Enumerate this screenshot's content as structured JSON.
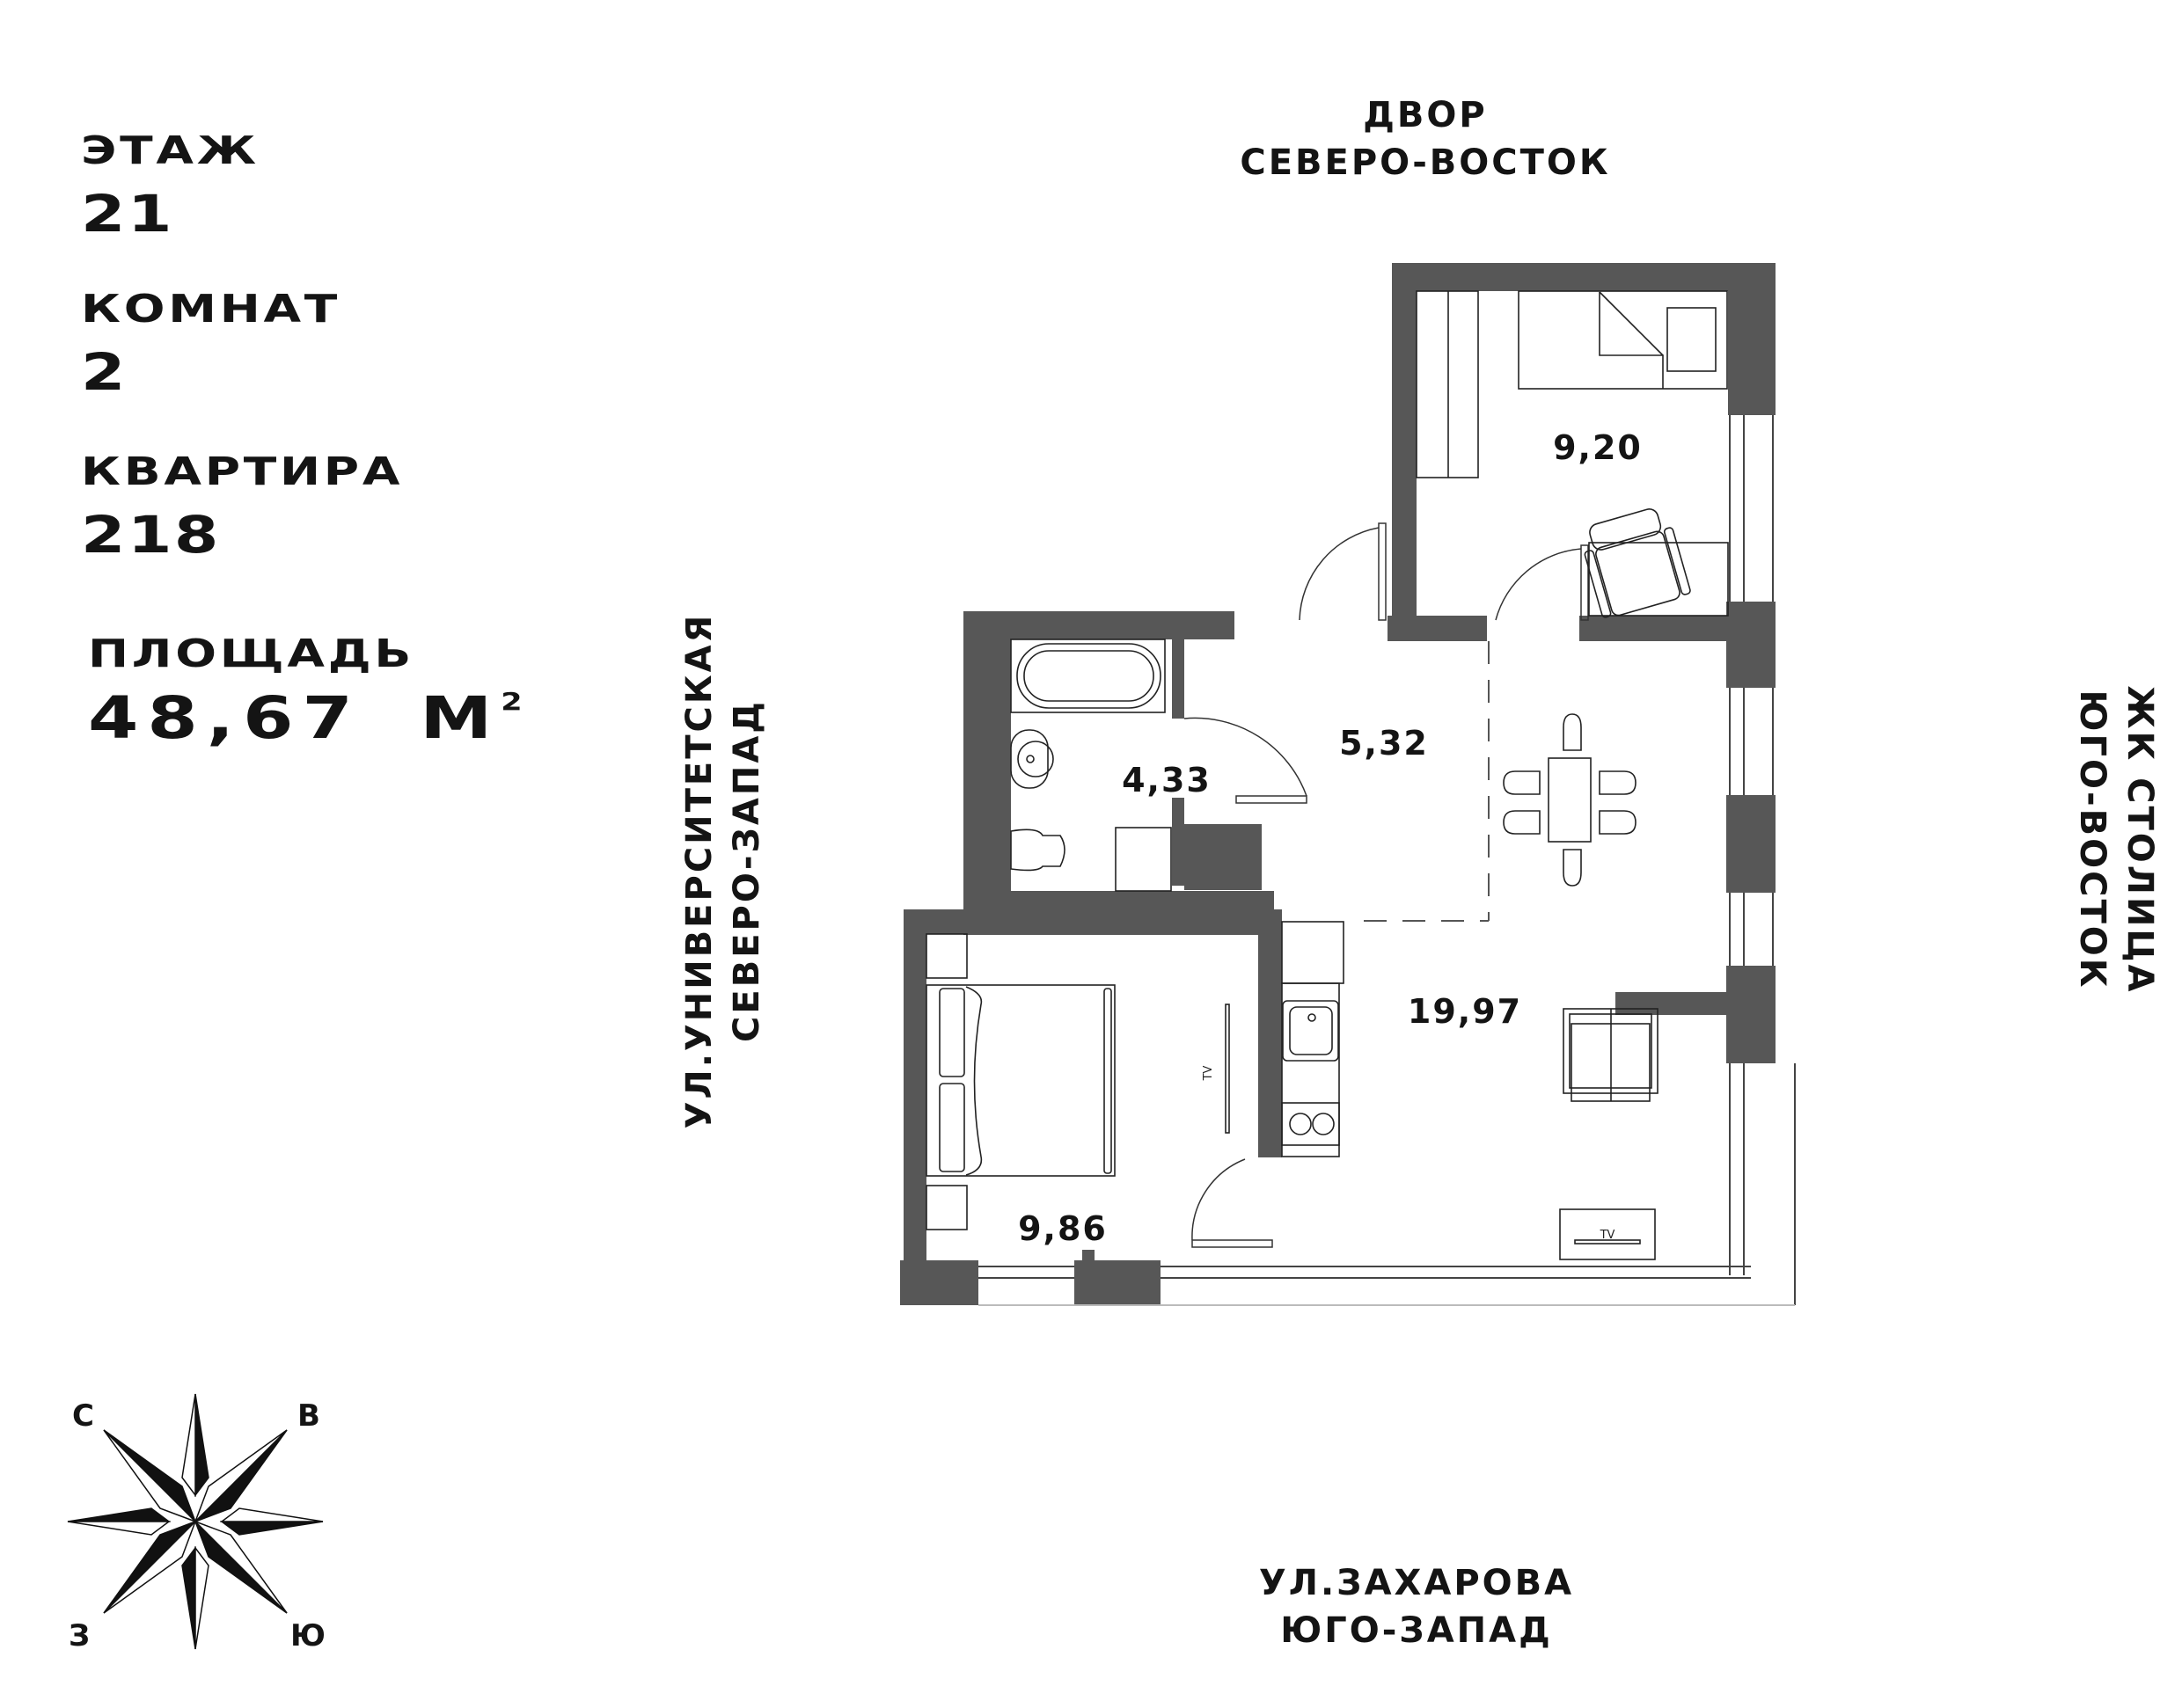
{
  "apartment_info": {
    "floor_label": "ЭТАЖ",
    "floor_value": "21",
    "rooms_label": "КОМНАТ",
    "rooms_value": "2",
    "apartment_label": "КВАРТИРА",
    "apartment_value": "218",
    "area_label": "ПЛОЩАДЬ",
    "area_value": "48,67",
    "area_unit": "М",
    "area_unit_sup": "2"
  },
  "orientation": {
    "top": {
      "line1": "ДВОР",
      "line2": "СЕВЕРО-ВОСТОК"
    },
    "left": {
      "line1": "УЛ.УНИВЕРСИТЕТСКАЯ",
      "line2": "СЕВЕРО-ЗАПАД"
    },
    "right": {
      "line1": "ЖК СТОЛИЦА",
      "line2": "ЮГО-ВОСТОК"
    },
    "bottom": {
      "line1": "УЛ.ЗАХАРОВА",
      "line2": "ЮГО-ЗАПАД"
    }
  },
  "rooms": [
    {
      "name": "bedroom-small",
      "area": "9,20"
    },
    {
      "name": "bathroom",
      "area": "4,33"
    },
    {
      "name": "hallway",
      "area": "5,32"
    },
    {
      "name": "living-kitchen",
      "area": "19,97"
    },
    {
      "name": "bedroom-large",
      "area": "9,86"
    }
  ],
  "furniture_labels": {
    "tv_bedroom": "TV",
    "tv_living": "TV"
  },
  "compass": {
    "north": "С",
    "east": "В",
    "west": "З",
    "south": "Ю"
  },
  "colors": {
    "wall": "#575757",
    "text": "#141414",
    "line": "#222222"
  }
}
